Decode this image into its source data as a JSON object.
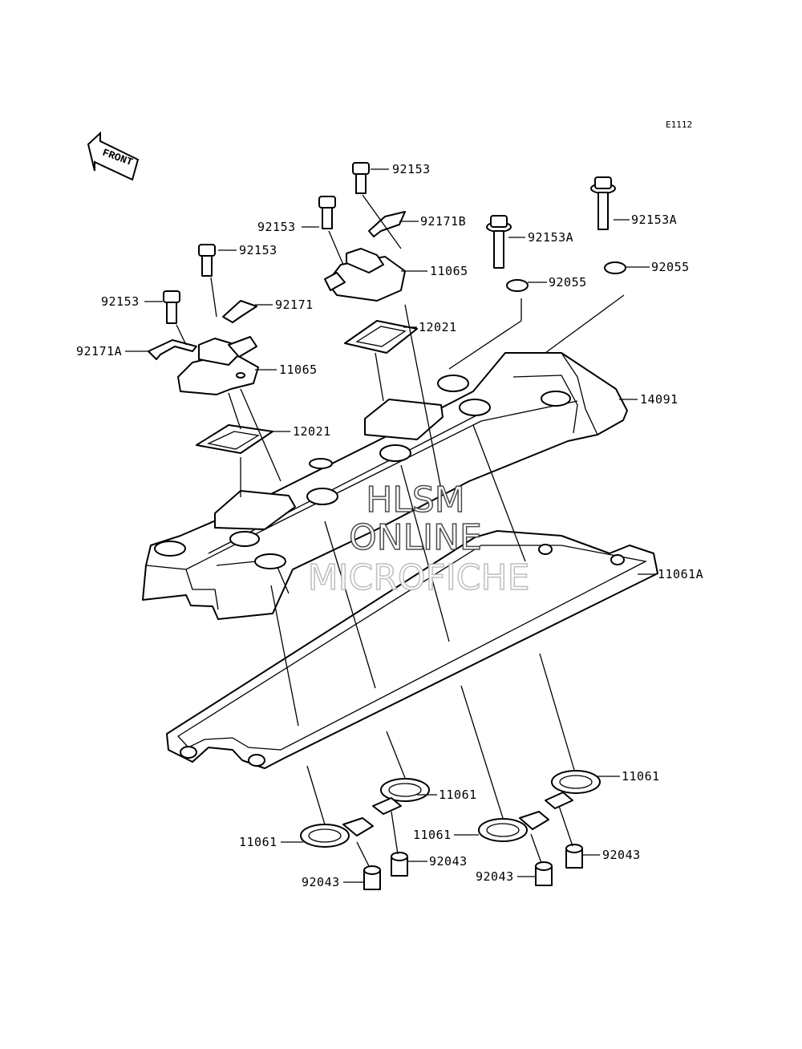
{
  "diagram_code": "E1112",
  "front_label": "FRONT",
  "watermark": {
    "line1": "HLSM",
    "line2": "ONLINE",
    "line3": "MICROFICHE"
  },
  "parts": [
    {
      "id": "p01",
      "number": "92153"
    },
    {
      "id": "p02",
      "number": "92171B"
    },
    {
      "id": "p03",
      "number": "92153"
    },
    {
      "id": "p04",
      "number": "92153A"
    },
    {
      "id": "p05",
      "number": "92153A"
    },
    {
      "id": "p06",
      "number": "92153"
    },
    {
      "id": "p07",
      "number": "11065"
    },
    {
      "id": "p08",
      "number": "92055"
    },
    {
      "id": "p09",
      "number": "92055"
    },
    {
      "id": "p10",
      "number": "92153"
    },
    {
      "id": "p11",
      "number": "92171"
    },
    {
      "id": "p12",
      "number": "12021"
    },
    {
      "id": "p13",
      "number": "92171A"
    },
    {
      "id": "p14",
      "number": "11065"
    },
    {
      "id": "p15",
      "number": "14091"
    },
    {
      "id": "p16",
      "number": "12021"
    },
    {
      "id": "p17",
      "number": "11061A"
    },
    {
      "id": "p18",
      "number": "11061"
    },
    {
      "id": "p19",
      "number": "11061"
    },
    {
      "id": "p20",
      "number": "11061"
    },
    {
      "id": "p21",
      "number": "11061"
    },
    {
      "id": "p22",
      "number": "92043"
    },
    {
      "id": "p23",
      "number": "92043"
    },
    {
      "id": "p24",
      "number": "92043"
    },
    {
      "id": "p25",
      "number": "92043"
    }
  ]
}
